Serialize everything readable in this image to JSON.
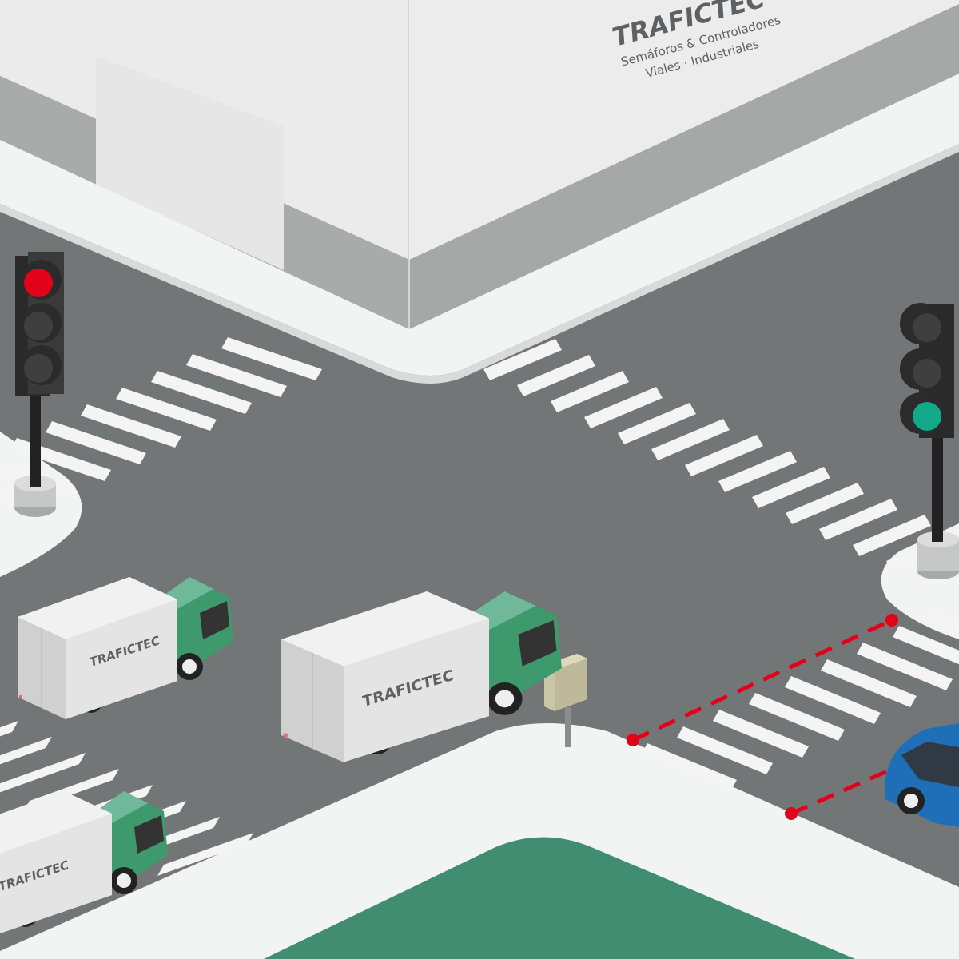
{
  "building_sign": {
    "brand": "TRAFICTEC",
    "tagline_line1": "Semáforos & Controladores",
    "tagline_line2": "Viales · Industriales"
  },
  "trucks": [
    {
      "logo": "TRAFICTEC"
    },
    {
      "logo": "TRAFICTEC"
    },
    {
      "logo": "TRAFICTEC"
    }
  ],
  "traffic_lights": [
    {
      "position": "left",
      "active": "red"
    },
    {
      "position": "right",
      "active": "green"
    }
  ],
  "colors": {
    "road": "#737676",
    "sidewalk": "#f2f3f3",
    "grass": "#418d72",
    "brand_green": "#3a9a6a",
    "red_light": "#e3001b",
    "green_light": "#12a88a",
    "car_blue": "#1f6fb8",
    "detector_line": "#e3001b"
  }
}
